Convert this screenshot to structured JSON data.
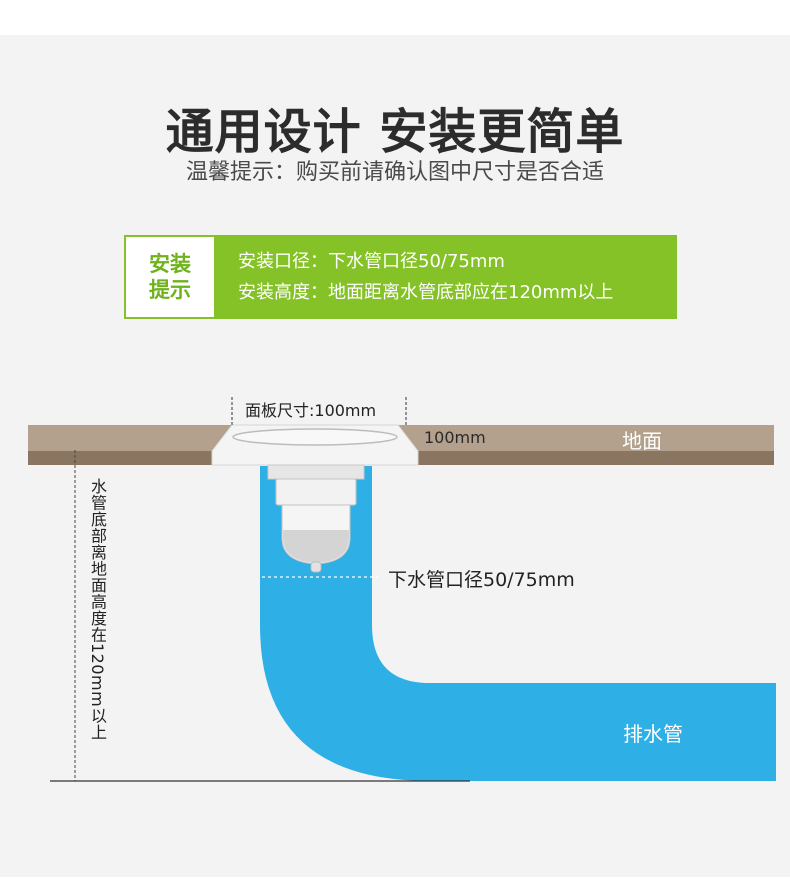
{
  "header": {
    "title": "通用设计 安装更简单",
    "subtitle": "温馨提示：购买前请确认图中尺寸是否合适"
  },
  "install_info": {
    "tag_line1": "安装",
    "tag_line2": "提示",
    "line1": "安装口径：下水管口径50/75mm",
    "line2": "安装高度：地面距离水管底部应在120mm以上"
  },
  "diagram": {
    "panel_size_label": "面板尺寸:100mm",
    "depth_label": "100mm",
    "ground_label": "地面",
    "pipe_diameter_label": "下水管口径50/75mm",
    "drain_pipe_label": "排水管",
    "vertical_note": "水管底部离地面高度在120mm以上"
  },
  "colors": {
    "accent_green": "#84c227",
    "ground_brown": "#b3a08d",
    "ground_dark": "#8a7561",
    "pipe_blue": "#2eafe6"
  }
}
